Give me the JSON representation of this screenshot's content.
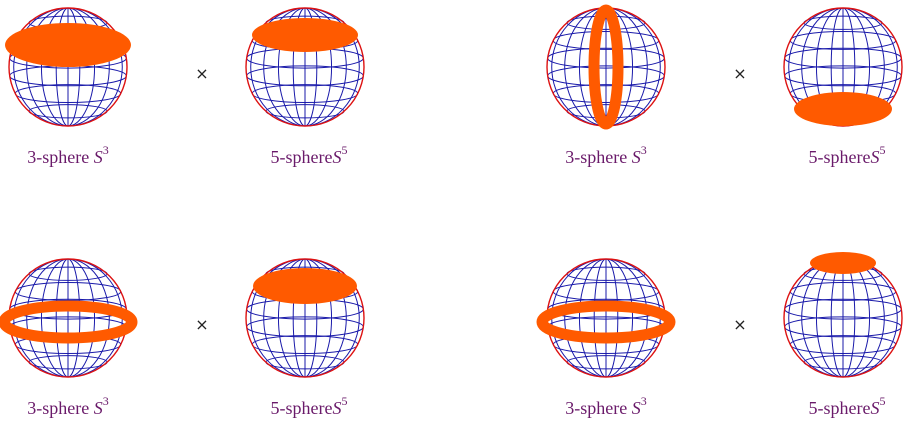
{
  "colors": {
    "outline": "#dd1111",
    "grid": "#1a1aaa",
    "brane": "#ff5a00",
    "label": "#6a1a6a",
    "operator": "#222222"
  },
  "operator_symbol": "×",
  "panels": [
    {
      "left": {
        "label_text": "3-sphere ",
        "label_var": "S",
        "label_exp": "3",
        "brane": "band-top"
      },
      "right": {
        "label_text": "5-sphere",
        "label_var": "S",
        "label_exp": "5",
        "brane": "cap-top"
      }
    },
    {
      "left": {
        "label_text": "3-sphere ",
        "label_var": "S",
        "label_exp": "3",
        "brane": "ring-vertical"
      },
      "right": {
        "label_text": "5-sphere",
        "label_var": "S",
        "label_exp": "5",
        "brane": "cap-bottom"
      }
    },
    {
      "left": {
        "label_text": "3-sphere ",
        "label_var": "S",
        "label_exp": "3",
        "brane": "ring-equator"
      },
      "right": {
        "label_text": "5-sphere",
        "label_var": "S",
        "label_exp": "5",
        "brane": "cap-top-large"
      }
    },
    {
      "left": {
        "label_text": "3-sphere ",
        "label_var": "S",
        "label_exp": "3",
        "brane": "ring-equator"
      },
      "right": {
        "label_text": "5-sphere",
        "label_var": "S",
        "label_exp": "5",
        "brane": "cap-top-small"
      }
    }
  ]
}
